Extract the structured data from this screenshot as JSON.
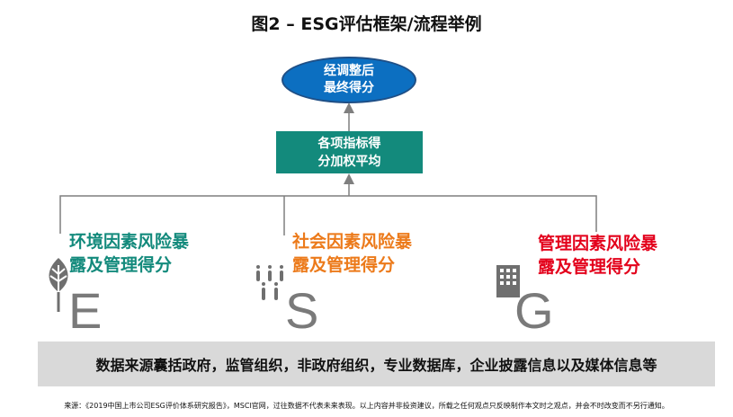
{
  "title": "图2 – ESG评估框架/流程举例",
  "final_score": {
    "line1": "经调整后",
    "line2": "最终得分"
  },
  "weighted": {
    "line1": "各项指标得",
    "line2": "分加权平均"
  },
  "categories": [
    {
      "line1": "环境因素风险暴",
      "line2": "露及管理得分",
      "letter": "E",
      "icon": "leaf-tree-icon",
      "color": "#138a7c"
    },
    {
      "line1": "社会因素风险暴",
      "line2": "露及管理得分",
      "letter": "S",
      "icon": "people-icon",
      "color": "#ec7a1a"
    },
    {
      "line1": "管理因素风险暴",
      "line2": "露及管理得分",
      "letter": "G",
      "icon": "building-icon",
      "color": "#e3001b"
    }
  ],
  "data_sources": "数据来源囊括政府，监管组织，非政府组织，专业数据库，企业披露信息以及媒体信息等",
  "source_note": "来源：《2019中国上市公司ESG评价体系研究报告》，MSCI官网，过往数据不代表未来表现。以上内容并非投资建议，所载之任何观点只反映制作本文时之观点，并会不时改变而不另行通知。"
}
